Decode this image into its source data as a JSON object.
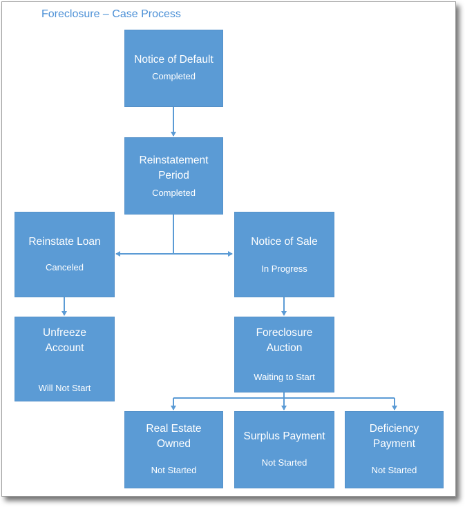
{
  "title": "Foreclosure – Case Process",
  "colors": {
    "box_fill": "#5b9bd5",
    "connector": "#5b9bd5",
    "title_text": "#4a8fd6",
    "box_text": "#ffffff"
  },
  "nodes": {
    "notice_of_default": {
      "label": "Notice of Default",
      "status": "Completed"
    },
    "reinstatement_period": {
      "label": "Reinstatement Period",
      "status": "Completed"
    },
    "reinstate_loan": {
      "label": "Reinstate Loan",
      "status": "Canceled"
    },
    "notice_of_sale": {
      "label": "Notice of Sale",
      "status": "In Progress"
    },
    "unfreeze_account": {
      "label": "Unfreeze Account",
      "status": "Will Not Start"
    },
    "foreclosure_auction": {
      "label": "Foreclosure Auction",
      "status": "Waiting to Start"
    },
    "real_estate_owned": {
      "label": "Real Estate Owned",
      "status": "Not Started"
    },
    "surplus_payment": {
      "label": "Surplus Payment",
      "status": "Not Started"
    },
    "deficiency_payment": {
      "label": "Deficiency Payment",
      "status": "Not Started"
    }
  },
  "edges": [
    {
      "from": "Notice of Default",
      "to": "Reinstatement Period"
    },
    {
      "from": "Reinstatement Period",
      "to": "Reinstate Loan"
    },
    {
      "from": "Reinstatement Period",
      "to": "Notice of Sale"
    },
    {
      "from": "Reinstate Loan",
      "to": "Unfreeze Account"
    },
    {
      "from": "Notice of Sale",
      "to": "Foreclosure Auction"
    },
    {
      "from": "Foreclosure Auction",
      "to": "Real Estate Owned"
    },
    {
      "from": "Foreclosure Auction",
      "to": "Surplus Payment"
    },
    {
      "from": "Foreclosure Auction",
      "to": "Deficiency Payment"
    }
  ]
}
